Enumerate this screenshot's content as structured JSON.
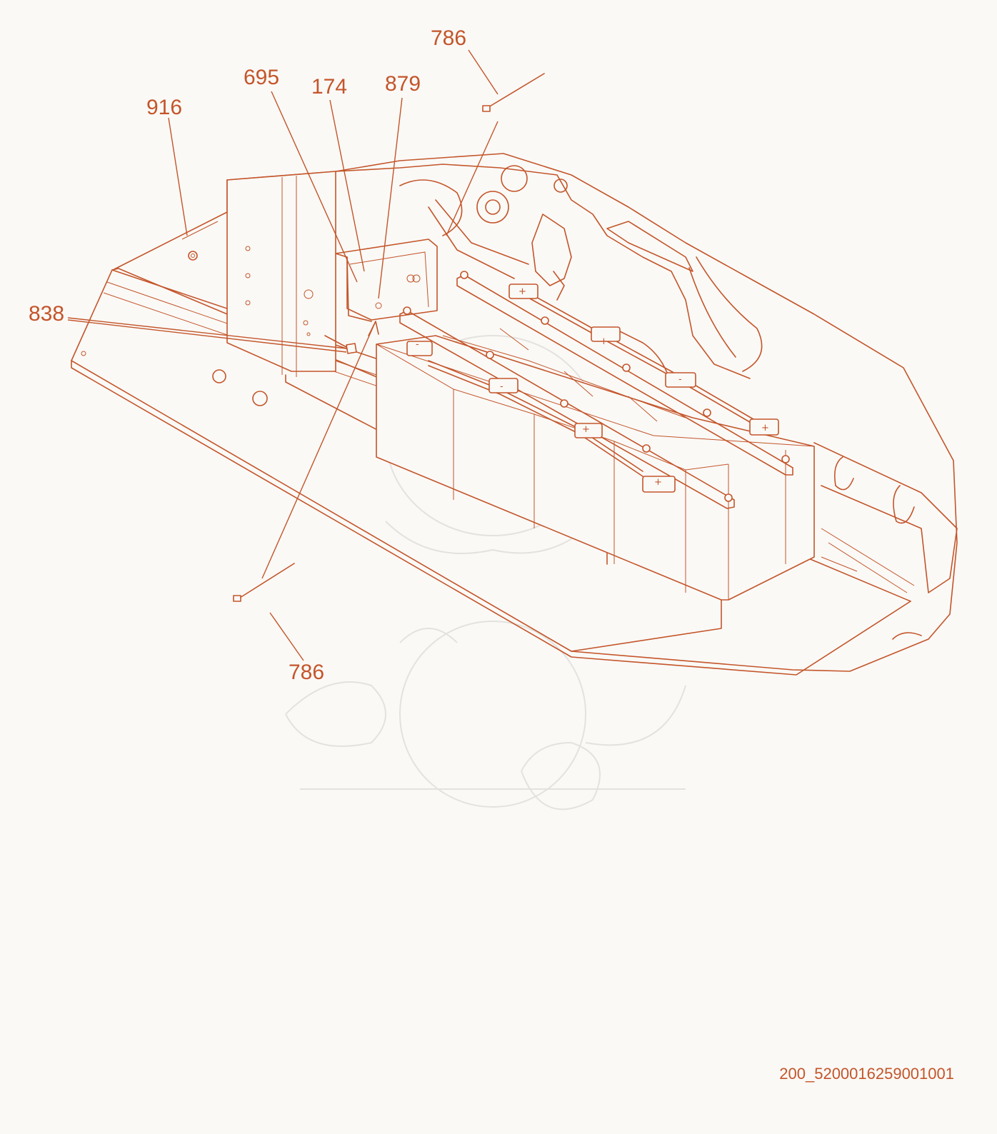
{
  "diagram": {
    "callouts": [
      {
        "id": "c1",
        "label": "786"
      },
      {
        "id": "c2",
        "label": "695"
      },
      {
        "id": "c3",
        "label": "174"
      },
      {
        "id": "c4",
        "label": "879"
      },
      {
        "id": "c5",
        "label": "916"
      },
      {
        "id": "c6",
        "label": "838"
      },
      {
        "id": "c7",
        "label": "786"
      }
    ],
    "polarity_marks": [
      "-",
      "+",
      "-",
      "+",
      "-",
      "+",
      "+",
      "+"
    ],
    "drawing_id": "200_5200016259001001",
    "line_color": "#c4552a",
    "background_color": "#faf9f6",
    "watermark": "baby-dragon-illustration"
  }
}
